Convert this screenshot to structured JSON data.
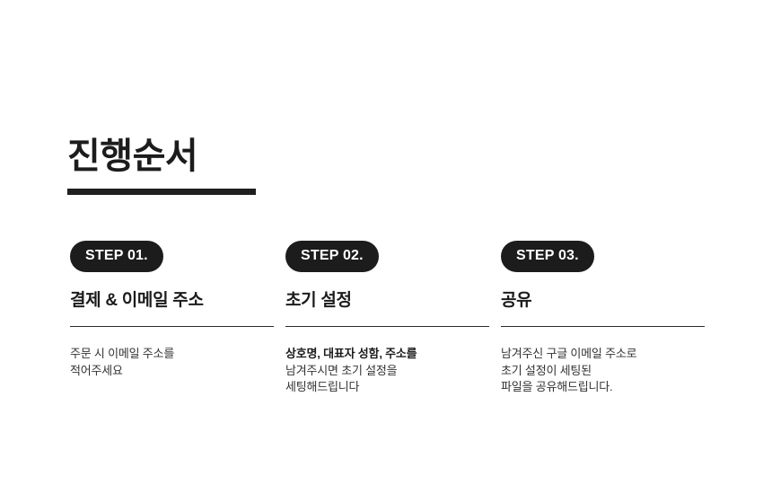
{
  "page": {
    "background_color": "#ffffff",
    "accent_color": "#1c1c1c",
    "body_text_color": "#333333"
  },
  "header": {
    "title": "진행순서"
  },
  "steps": [
    {
      "badge": "STEP 01.",
      "heading": "결제 & 이메일 주소",
      "body_lines": [
        {
          "text": "주문 시 이메일 주소를",
          "bold": false
        },
        {
          "text": "적어주세요",
          "bold": false
        }
      ]
    },
    {
      "badge": "STEP 02.",
      "heading": "초기 설정",
      "body_lines": [
        {
          "text": "상호명, 대표자 성함, 주소를",
          "bold": true
        },
        {
          "text": "남겨주시면 초기 설정을",
          "bold": false
        },
        {
          "text": "세팅해드립니다",
          "bold": false
        }
      ]
    },
    {
      "badge": "STEP 03.",
      "heading": "공유",
      "body_lines": [
        {
          "text": "남겨주신 구글 이메일 주소로",
          "bold": false
        },
        {
          "text": "초기 설정이 세팅된",
          "bold": false
        },
        {
          "text": "파일을 공유해드립니다.",
          "bold": false
        }
      ]
    }
  ]
}
